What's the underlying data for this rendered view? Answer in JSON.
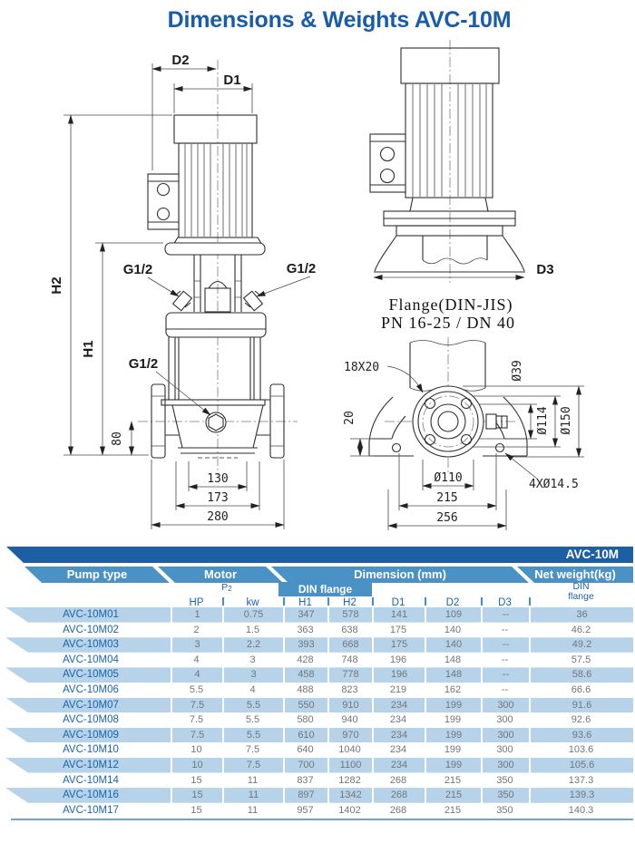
{
  "page": {
    "title": "Dimensions & Weights AVC-10M"
  },
  "colors": {
    "dark_blue": "#1d5fa5",
    "mid_blue": "#4a92c6",
    "row_blue": "#b7d3e9",
    "text_blue": "#1a64ae",
    "title_blue": "#1a5ca8",
    "number_gray": "#72767a"
  },
  "drawings": {
    "front_view": {
      "d2": "D2",
      "d1": "D1",
      "h2": "H2",
      "h1": "H1",
      "g12_left": "G1/2",
      "g12_right": "G1/2",
      "g12_bottom": "G1/2",
      "dim_80": "80",
      "dim_130": "130",
      "dim_173": "173",
      "dim_280": "280"
    },
    "side_view": {
      "d3": "D3",
      "flange_note_line1": "Flange(DIN-JIS)",
      "flange_note_line2": "PN 16-25 / DN 40"
    },
    "flange_view": {
      "slot_label": "18X20",
      "dim_20": "20",
      "dia_39": "Ø39",
      "dia_114": "Ø114",
      "dia_150": "Ø150",
      "dia_110": "Ø110",
      "dim_215": "215",
      "dim_256": "256",
      "bolt_label": "4XØ14.5"
    }
  },
  "table": {
    "series_label": "AVC-10M",
    "groups": {
      "pump_type": "Pump type",
      "motor": "Motor",
      "dimension": "Dimension (mm)",
      "net_weight": "Net weight(kg)"
    },
    "subheaders": {
      "p2_base": "P",
      "p2_sub": "2",
      "din_flange": "DIN flange",
      "din_line1": "DIN",
      "din_line2": "flange"
    },
    "columns": {
      "hp": "HP",
      "kw": "kw",
      "h1": "H1",
      "h2": "H2",
      "d1": "D1",
      "d2": "D2",
      "d3": "D3"
    },
    "rows": [
      {
        "type": "AVC-10M01",
        "hp": "1",
        "kw": "0.75",
        "h1": "347",
        "h2": "578",
        "d1": "141",
        "d2": "109",
        "d3": "--",
        "weight": "36"
      },
      {
        "type": "AVC-10M02",
        "hp": "2",
        "kw": "1.5",
        "h1": "363",
        "h2": "638",
        "d1": "175",
        "d2": "140",
        "d3": "--",
        "weight": "46.2"
      },
      {
        "type": "AVC-10M03",
        "hp": "3",
        "kw": "2.2",
        "h1": "393",
        "h2": "668",
        "d1": "175",
        "d2": "140",
        "d3": "--",
        "weight": "49.2"
      },
      {
        "type": "AVC-10M04",
        "hp": "4",
        "kw": "3",
        "h1": "428",
        "h2": "748",
        "d1": "196",
        "d2": "148",
        "d3": "--",
        "weight": "57.5"
      },
      {
        "type": "AVC-10M05",
        "hp": "4",
        "kw": "3",
        "h1": "458",
        "h2": "778",
        "d1": "196",
        "d2": "148",
        "d3": "--",
        "weight": "58.6"
      },
      {
        "type": "AVC-10M06",
        "hp": "5.5",
        "kw": "4",
        "h1": "488",
        "h2": "823",
        "d1": "219",
        "d2": "162",
        "d3": "--",
        "weight": "66.6"
      },
      {
        "type": "AVC-10M07",
        "hp": "7.5",
        "kw": "5.5",
        "h1": "550",
        "h2": "910",
        "d1": "234",
        "d2": "199",
        "d3": "300",
        "weight": "91.6"
      },
      {
        "type": "AVC-10M08",
        "hp": "7.5",
        "kw": "5.5",
        "h1": "580",
        "h2": "940",
        "d1": "234",
        "d2": "199",
        "d3": "300",
        "weight": "92.6"
      },
      {
        "type": "AVC-10M09",
        "hp": "7.5",
        "kw": "5.5",
        "h1": "610",
        "h2": "970",
        "d1": "234",
        "d2": "199",
        "d3": "300",
        "weight": "93.6"
      },
      {
        "type": "AVC-10M10",
        "hp": "10",
        "kw": "7.5",
        "h1": "640",
        "h2": "1040",
        "d1": "234",
        "d2": "199",
        "d3": "300",
        "weight": "103.6"
      },
      {
        "type": "AVC-10M12",
        "hp": "10",
        "kw": "7.5",
        "h1": "700",
        "h2": "1100",
        "d1": "234",
        "d2": "199",
        "d3": "300",
        "weight": "105.6"
      },
      {
        "type": "AVC-10M14",
        "hp": "15",
        "kw": "11",
        "h1": "837",
        "h2": "1282",
        "d1": "268",
        "d2": "215",
        "d3": "350",
        "weight": "137.3"
      },
      {
        "type": "AVC-10M16",
        "hp": "15",
        "kw": "11",
        "h1": "897",
        "h2": "1342",
        "d1": "268",
        "d2": "215",
        "d3": "350",
        "weight": "139.3"
      },
      {
        "type": "AVC-10M17",
        "hp": "15",
        "kw": "11",
        "h1": "957",
        "h2": "1402",
        "d1": "268",
        "d2": "215",
        "d3": "350",
        "weight": "140.3"
      }
    ]
  }
}
